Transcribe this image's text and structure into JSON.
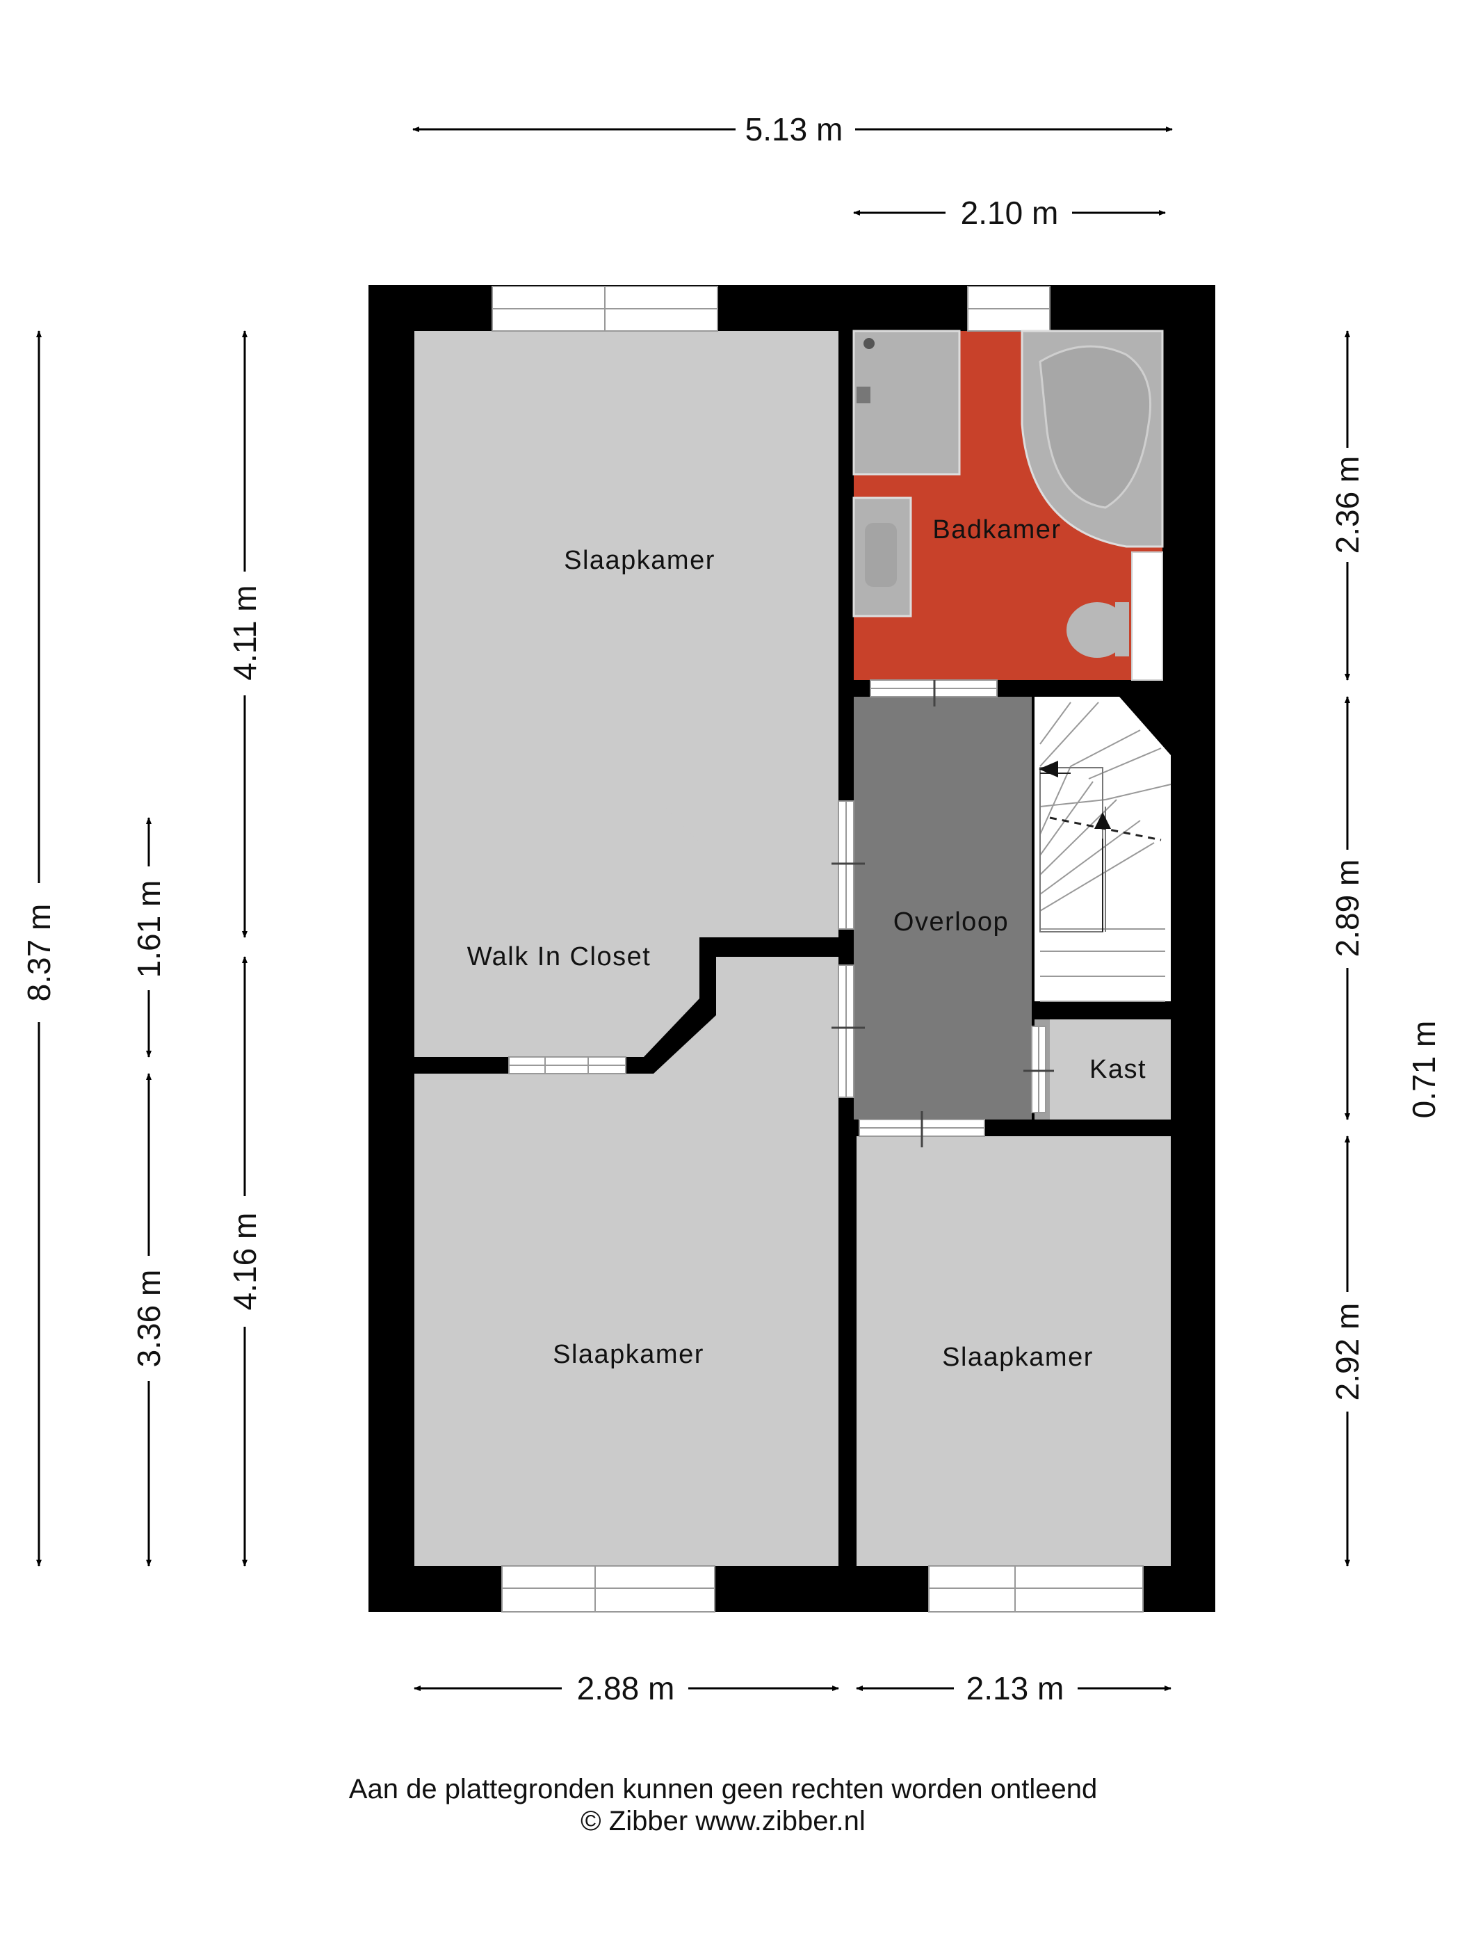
{
  "dimensions": {
    "top_total": "5.13 m",
    "top_right": "2.10 m",
    "left_total": "8.37 m",
    "left_upper": "4.11 m",
    "left_lower": "4.16 m",
    "left_closet": "1.61 m",
    "left_bottom": "3.36 m",
    "right_bath": "2.36 m",
    "right_landing": "2.89 m",
    "right_gap": "0.71 m",
    "right_bottom": "2.92 m",
    "bottom_left": "2.88 m",
    "bottom_right": "2.13 m"
  },
  "rooms": {
    "bedroom_top": "Slaapkamer",
    "bathroom": "Badkamer",
    "closet": "Walk In Closet",
    "landing": "Overloop",
    "storage": "Kast",
    "bedroom_bottom_left": "Slaapkamer",
    "bedroom_bottom_right": "Slaapkamer"
  },
  "footer": {
    "disclaimer": "Aan de plattegronden kunnen geen rechten worden ontleend",
    "copyright": "© Zibber www.zibber.nl"
  },
  "colors": {
    "wall": "#000000",
    "room_floor": "#cbcbcb",
    "bathroom_floor": "#c8412a",
    "landing_floor": "#7a7a7a",
    "fixture": "#b2b2b2"
  }
}
